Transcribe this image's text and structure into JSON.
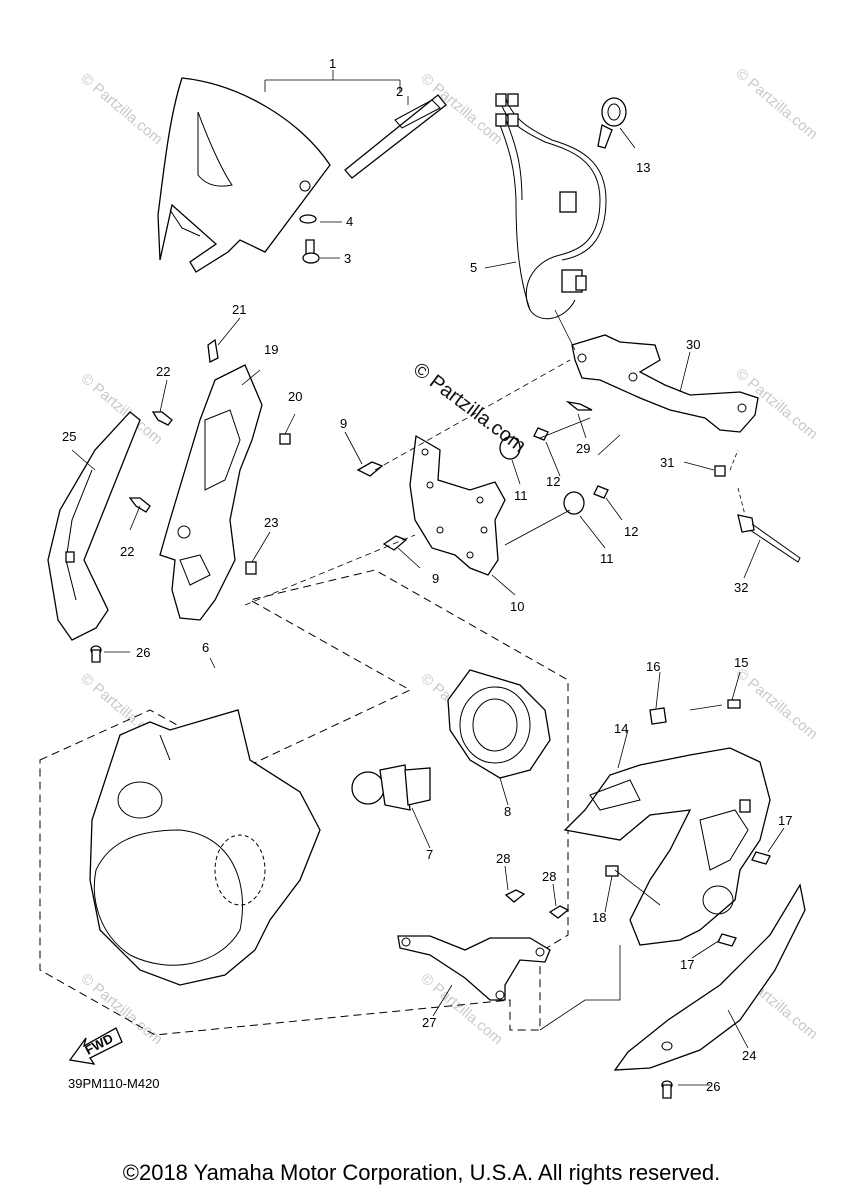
{
  "watermark": {
    "main_text": "© Partzilla.com",
    "faint_text": "© Partzilla.com"
  },
  "diagram_code": "39PM110-M420",
  "fwd_label": "FWD",
  "copyright": "©2018 Yamaha Motor Corporation, U.S.A. All rights reserved.",
  "callouts": [
    "1",
    "2",
    "3",
    "4",
    "5",
    "6",
    "7",
    "8",
    "9",
    "9",
    "10",
    "11",
    "11",
    "12",
    "12",
    "13",
    "14",
    "15",
    "16",
    "17",
    "17",
    "18",
    "19",
    "20",
    "21",
    "22",
    "22",
    "23",
    "24",
    "25",
    "26",
    "26",
    "27",
    "28",
    "28",
    "29",
    "30",
    "31",
    "32"
  ],
  "colors": {
    "line": "#000000",
    "watermark": "#c9c9c9",
    "background": "#ffffff"
  }
}
